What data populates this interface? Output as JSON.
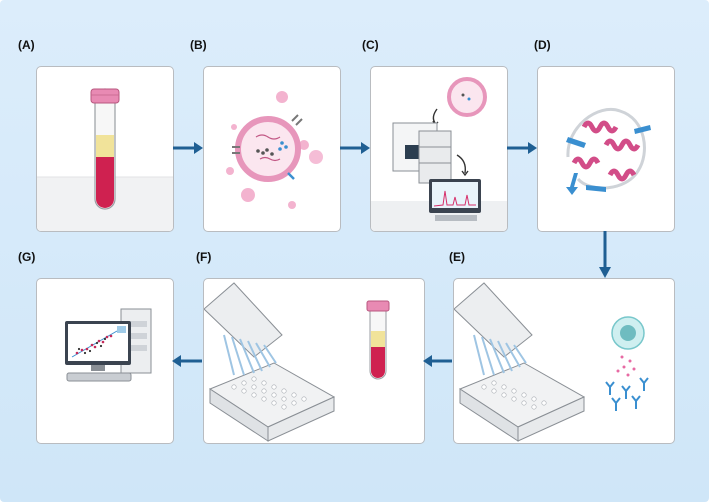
{
  "panels": [
    {
      "label": "(A)",
      "content": "blood-tube"
    },
    {
      "label": "(B)",
      "content": "extracellular-vesicle"
    },
    {
      "label": "(C)",
      "content": "mass-spectrometer-analysis"
    },
    {
      "label": "(D)",
      "content": "protein-structure"
    },
    {
      "label": "(E)",
      "content": "multichannel-pipette-cell-antibodies"
    },
    {
      "label": "(F)",
      "content": "multichannel-pipette-plate-tube"
    },
    {
      "label": "(G)",
      "content": "computer-scatter-analysis"
    }
  ],
  "colors": {
    "background": "#d6eaf9",
    "arrow": "#1f5f93",
    "plasma": "#f1e39a",
    "blood": "#cf2150",
    "pink": "#e76aa3",
    "helix_blue": "#3a8fd0"
  }
}
